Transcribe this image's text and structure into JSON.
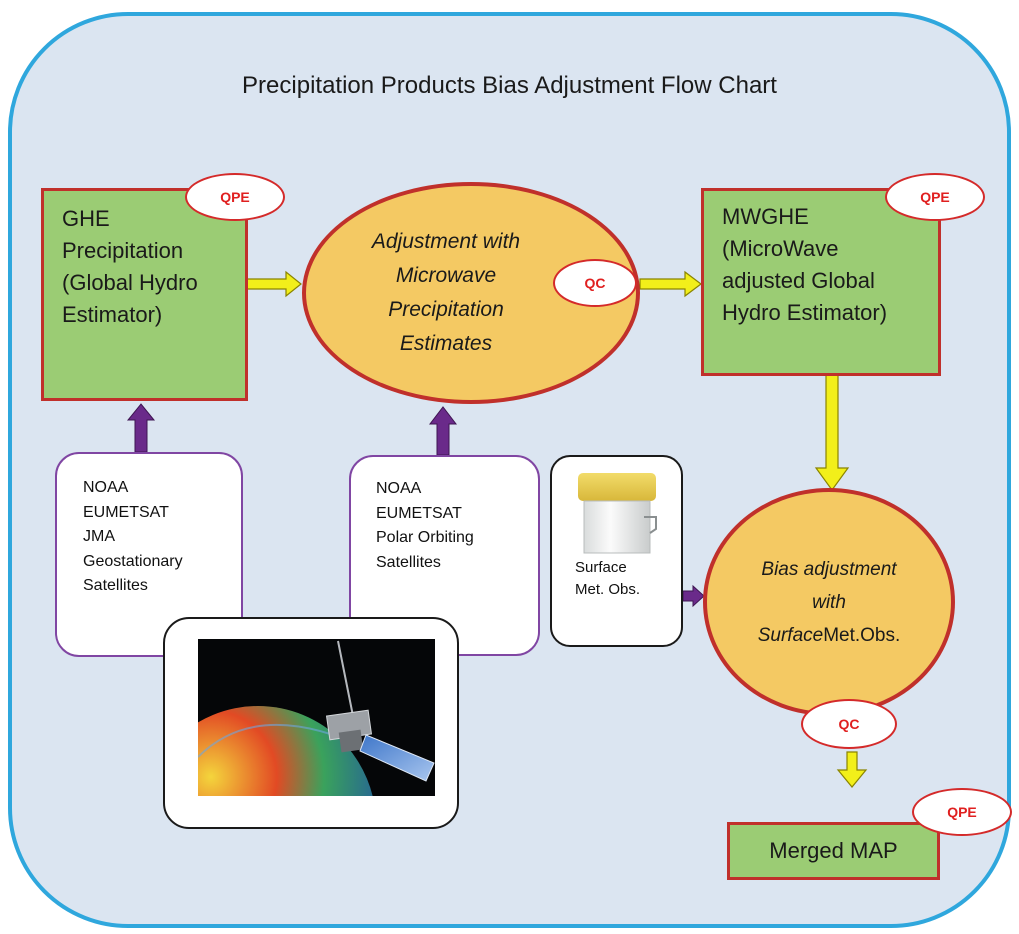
{
  "title": "Precipitation Products Bias Adjustment Flow Chart",
  "tags": {
    "qpe": "QPE",
    "qc": "QC"
  },
  "ghe_box": {
    "lines": [
      "GHE",
      "Precipitation",
      "(Global Hydro",
      "Estimator)"
    ]
  },
  "mwghe_box": {
    "lines": [
      "MWGHE",
      "(MicroWave",
      "adjusted Global",
      "Hydro Estimator)"
    ]
  },
  "merged_box": {
    "label": "Merged MAP"
  },
  "microwave_ellipse": {
    "lines": [
      "Adjustment with",
      "Microwave",
      "Precipitation",
      "Estimates"
    ]
  },
  "bias_ellipse": {
    "line1": "Bias adjustment",
    "line2": "with",
    "line3_italic": "Surface",
    "line3_rest": "Met.Obs."
  },
  "geo_sources": {
    "lines": [
      "NOAA",
      "EUMETSAT",
      "JMA",
      "Geostationary",
      "Satellites"
    ]
  },
  "polar_sources": {
    "lines": [
      "NOAA",
      "EUMETSAT",
      "Polar Orbiting",
      "Satellites"
    ]
  },
  "surface_obs": {
    "lines": [
      "Surface",
      "Met. Obs."
    ]
  },
  "colors": {
    "frame_border": "#2fa7dd",
    "frame_fill": "#dbe5f1",
    "product_box_fill": "#9bcc74",
    "process_ellipse_fill": "#f4c963",
    "outline_red": "#c0302b",
    "yellow_arrow": "#f2ef1a",
    "purple_arrow": "#6a2a8a"
  }
}
